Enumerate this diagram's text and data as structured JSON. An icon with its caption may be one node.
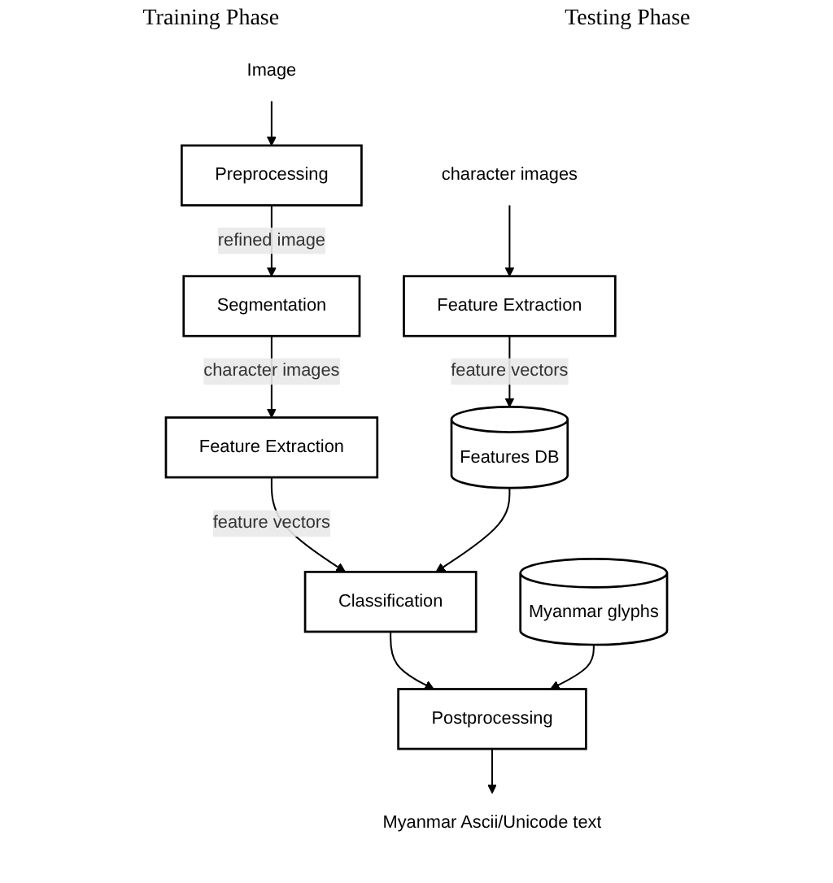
{
  "diagram": {
    "nodes": [
      {
        "text": [
          "character images"
        ]
      },
      {
        "text": [
          "Feature Extraction"
        ]
      },
      {
        "text": [
          "Features DB"
        ]
      },
      {
        "text": [
          "Myanmar glyphs"
        ]
      },
      {
        "text": [
          "Image"
        ]
      },
      {
        "text": [
          "Preprocessing"
        ]
      },
      {
        "text": [
          "Segmentation"
        ]
      },
      {
        "text": [
          "Feature Extraction"
        ]
      },
      {
        "text": [
          "Classification"
        ]
      },
      {
        "text": [
          "Postprocessing"
        ]
      },
      {
        "text": [
          "Myanmar Ascii/Unicode text"
        ]
      }
    ],
    "edges": [
      {
        "from": 0,
        "to": 1,
        "arrow": "to"
      },
      {
        "from": 1,
        "to": 2,
        "arrow": "to",
        "label": "feature vectors"
      },
      {
        "from": 4,
        "to": 5,
        "arrow": "to"
      },
      {
        "from": 5,
        "to": 6,
        "arrow": "to",
        "label": "refined image"
      },
      {
        "from": 6,
        "to": 7,
        "arrow": "to",
        "label": "character images"
      },
      {
        "from": 7,
        "to": 8,
        "arrow": "to",
        "label": "feature vectors"
      },
      {
        "from": 2,
        "to": 8,
        "arrow": "to"
      },
      {
        "from": 8,
        "to": 9,
        "arrow": "to"
      },
      {
        "from": 3,
        "to": 9,
        "arrow": "to"
      },
      {
        "from": 9,
        "to": 10,
        "arrow": "to"
      }
    ],
    "labels": [
      "Training Phase",
      "Testing Phase"
    ]
  }
}
